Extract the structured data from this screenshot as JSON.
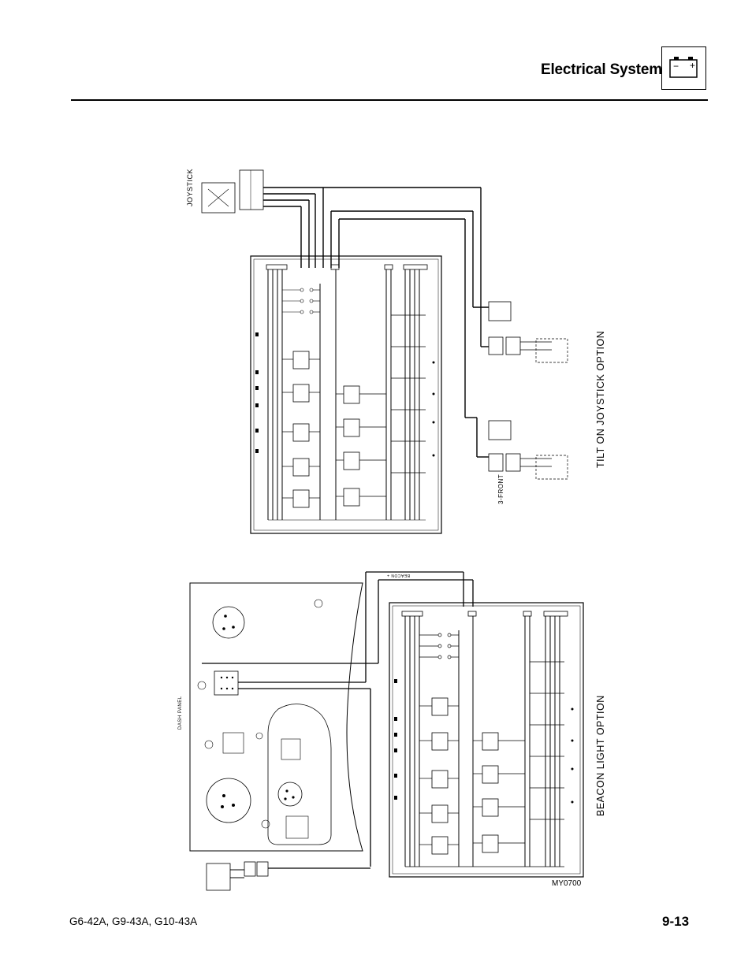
{
  "header": {
    "title": "Electrical System",
    "icon": "battery-icon",
    "battery_minus": "−",
    "battery_plus": "+"
  },
  "diagram": {
    "top": {
      "option_label": "TILT ON JOYSTICK OPTION",
      "joystick_label": "JOYSTICK",
      "connector_label": "3-FRONT"
    },
    "bottom": {
      "option_label": "BEACON LIGHT OPTION",
      "panel_label": "DASH PANEL",
      "beacon_label": "BEACON +"
    },
    "figure_id": "MY0700"
  },
  "footer": {
    "models": "G6-42A, G9-43A, G10-43A",
    "page": "9-13"
  }
}
